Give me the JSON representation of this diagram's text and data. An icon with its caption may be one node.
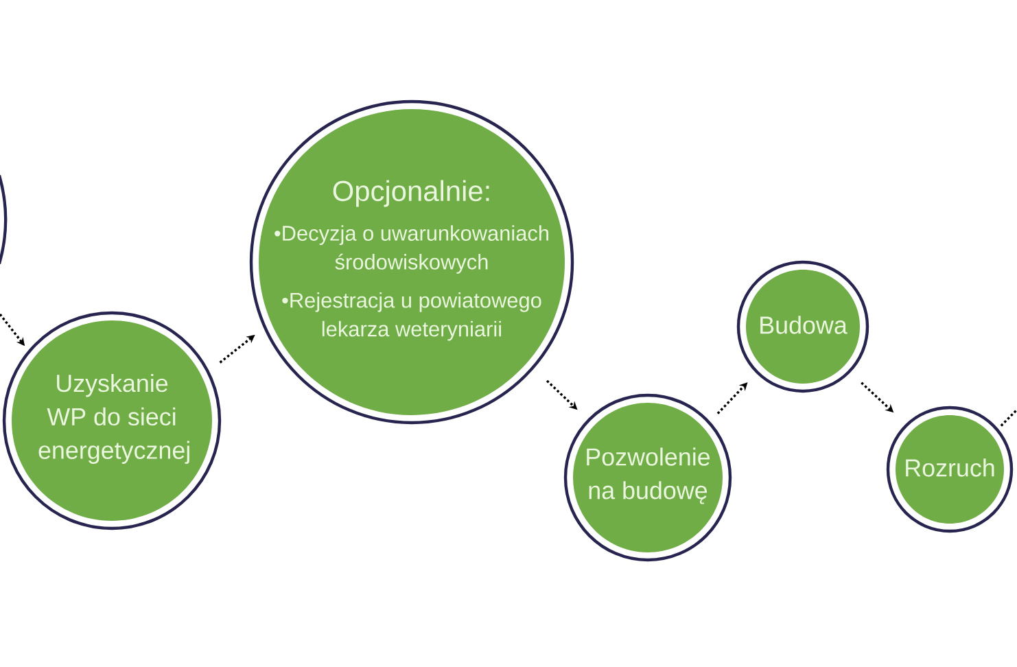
{
  "diagram": {
    "nodes": [
      {
        "text": [],
        "shape": "circle"
      },
      {
        "text": [
          "Uzyskanie WP do sieci energetycznej"
        ]
      },
      {
        "text": [
          "Opcjonalnie:",
          "•Decyzja o uwarunkowaniach środowiskowych",
          "•Rejestracja u powiatowego lekarza weteryniarii"
        ]
      },
      {
        "text": [
          "Pozwolenie na budowę"
        ]
      },
      {
        "text": [
          "Budowa"
        ]
      },
      {
        "text": [
          "Rozruch"
        ]
      }
    ],
    "edges": [
      {
        "from": null,
        "to": 1,
        "arrow": "to"
      },
      {
        "from": 1,
        "to": 2,
        "arrow": "to"
      },
      {
        "from": 2,
        "to": 3,
        "arrow": "to"
      },
      {
        "from": 3,
        "to": 4,
        "arrow": "to"
      },
      {
        "from": 4,
        "to": 5,
        "arrow": "to"
      },
      {
        "from": 5,
        "to": null,
        "arrow": "none"
      }
    ]
  }
}
